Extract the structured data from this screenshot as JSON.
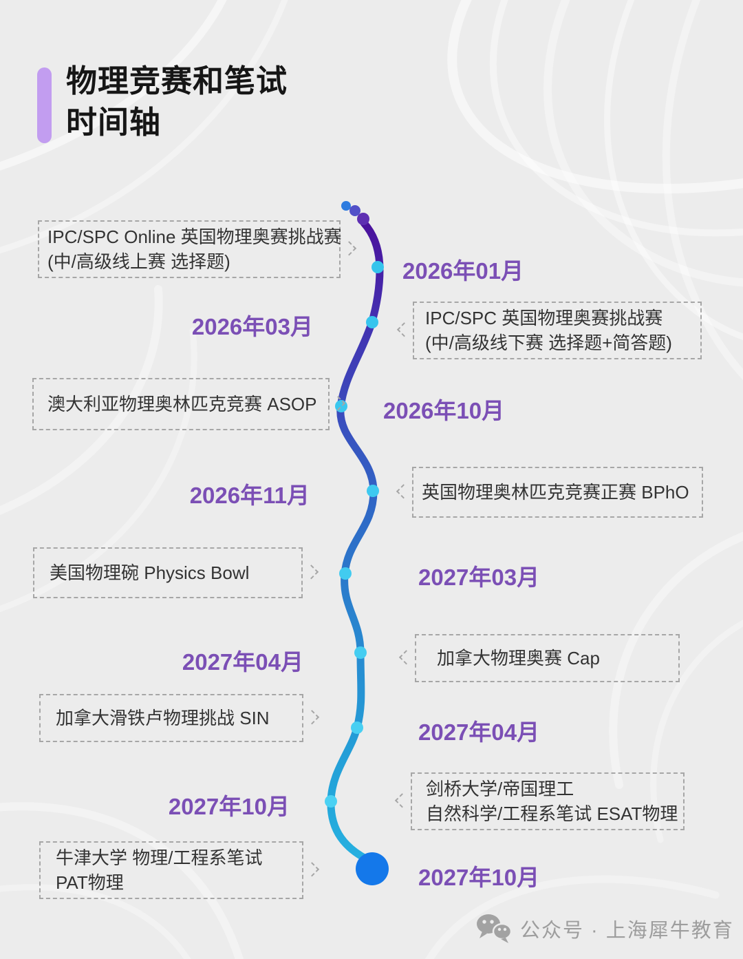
{
  "title": {
    "line1": "物理竞赛和笔试",
    "line2": "时间轴"
  },
  "timeline": {
    "events": [
      {
        "date": "2026年01月",
        "box_side": "left",
        "title_line1": "IPC/SPC Online 英国物理奥赛挑战赛",
        "title_line2": "(中/高级线上赛 选择题)"
      },
      {
        "date": "2026年03月",
        "box_side": "right",
        "title_line1": "IPC/SPC 英国物理奥赛挑战赛",
        "title_line2": "(中/高级线下赛 选择题+简答题)"
      },
      {
        "date": "2026年10月",
        "box_side": "left",
        "title_line1": "澳大利亚物理奥林匹克竞赛 ASOP"
      },
      {
        "date": "2026年11月",
        "box_side": "right",
        "title_line1": "英国物理奥林匹克竞赛正赛 BPhO"
      },
      {
        "date": "2027年03月",
        "box_side": "left",
        "title_line1": "美国物理碗 Physics Bowl"
      },
      {
        "date": "2027年04月",
        "box_side": "right",
        "title_line1": "加拿大物理奥赛 Cap"
      },
      {
        "date": "2027年04月",
        "box_side": "left",
        "title_line1": "加拿大滑铁卢物理挑战 SIN"
      },
      {
        "date": "2027年10月",
        "box_side": "right",
        "title_line1": "剑桥大学/帝国理工",
        "title_line2": "自然科学/工程系笔试 ESAT物理"
      },
      {
        "date": "2027年10月",
        "box_side": "left",
        "title_line1": "牛津大学 物理/工程系笔试",
        "title_line2": "PAT物理"
      }
    ]
  },
  "footer": {
    "wechat_label": "公众号 · 上海犀牛教育",
    "icon": "wechat-icon"
  },
  "colors": {
    "background": "#ececec",
    "accent_purple_date": "#7b4fb5",
    "title_bar_purple": "#c29df0",
    "timeline_gradient_start": "#4b119c",
    "timeline_gradient_end": "#27b0e0",
    "node_dot_cyan": "#3cc8ee",
    "end_dot_blue": "#1478ea",
    "box_border_gray": "#a6a6a6",
    "box_text": "#333333",
    "footer_gray": "#9d9d9d"
  }
}
